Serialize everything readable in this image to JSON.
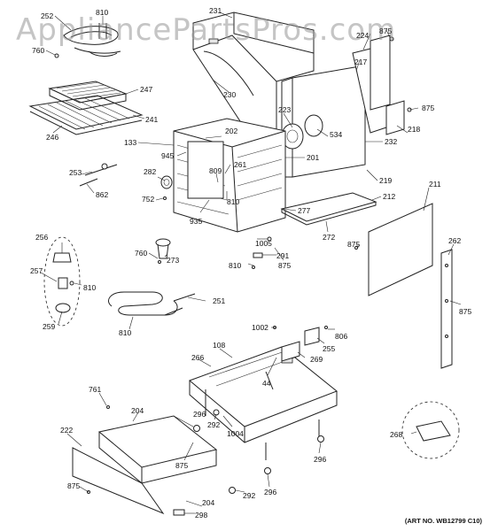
{
  "watermark": "AppliancePartsPros.com",
  "art_number": "(ART NO. WB12799 C10)",
  "labels": {
    "p252": "252",
    "p810a": "810",
    "p760a": "760",
    "p247": "247",
    "p241": "241",
    "p246": "246",
    "p231": "231",
    "p230": "230",
    "p224": "224",
    "p875a": "875",
    "p217": "217",
    "p875b": "875",
    "p218": "218",
    "p223": "223",
    "p534": "534",
    "p232": "232",
    "p219": "219",
    "p202": "202",
    "p201": "201",
    "p133": "133",
    "p945": "945",
    "p261": "261",
    "p809": "809",
    "p282": "282",
    "p752": "752",
    "p810b": "810",
    "p935": "935",
    "p253": "253",
    "p862": "862",
    "p277": "277",
    "p212": "212",
    "p211": "211",
    "p272": "272",
    "p875c": "875",
    "p1005": "1005",
    "p291": "291",
    "p875d": "875",
    "p810c": "810",
    "p256": "256",
    "p760b": "760",
    "p273": "273",
    "p257": "257",
    "p810d": "810",
    "p259": "259",
    "p251": "251",
    "p810e": "810",
    "p262": "262",
    "p875e": "875",
    "p1002": "1002",
    "p806": "806",
    "p108": "108",
    "p255": "255",
    "p266": "266",
    "p269": "269",
    "p44": "44",
    "p761": "761",
    "p204a": "204",
    "p296a": "296",
    "p292a": "292",
    "p1004": "1004",
    "p222": "222",
    "p875f": "875",
    "p268": "268",
    "p296b": "296",
    "p875g": "875",
    "p292b": "292",
    "p296c": "296",
    "p204b": "204",
    "p298": "298"
  }
}
